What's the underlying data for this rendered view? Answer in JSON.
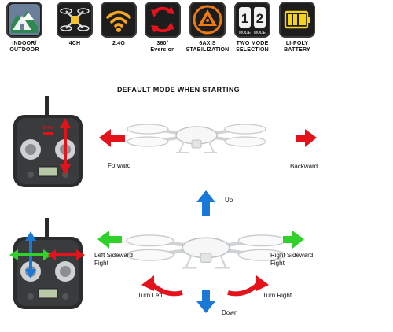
{
  "features": [
    {
      "icon": "indoor-outdoor-icon",
      "label": "INDOOR/\nOUTDOOR"
    },
    {
      "icon": "quadcopter-4ch-icon",
      "label": "4CH"
    },
    {
      "icon": "wifi-signal-icon",
      "label": "2.4G"
    },
    {
      "icon": "rotation-arrows-icon",
      "label": "360°\nEversion"
    },
    {
      "icon": "gyro-triangle-icon",
      "label": "6AXIS\nSTABILIZATION"
    },
    {
      "icon": "mode-1-2-icon",
      "label": "TWO MODE\nSELECTION"
    },
    {
      "icon": "battery-icon",
      "label": "LI-POLY\nBATTERY"
    }
  ],
  "mode_icon_text": {
    "one": "1",
    "two": "2",
    "mode": "MODE"
  },
  "section_title": "DEFAULT MODE WHEN STARTING",
  "remote_brand": "Syma",
  "labels": {
    "forward": "Forward",
    "backward": "Backward",
    "up": "Up",
    "down": "Down",
    "left_sideward": "Left Sideward\nFight",
    "right_sideward": "Right Sideward\nFight",
    "turn_left": "Turn Left",
    "turn_right": "Turn Right"
  },
  "colors": {
    "tile_bg": "#1d1d1d",
    "arrow_red": "#e3121b",
    "arrow_blue": "#1a78d6",
    "arrow_green": "#2fd12a",
    "wifi_orange": "#f5a623",
    "gyro_orange": "#f07a12",
    "battery_yellow": "#f6d21a"
  }
}
